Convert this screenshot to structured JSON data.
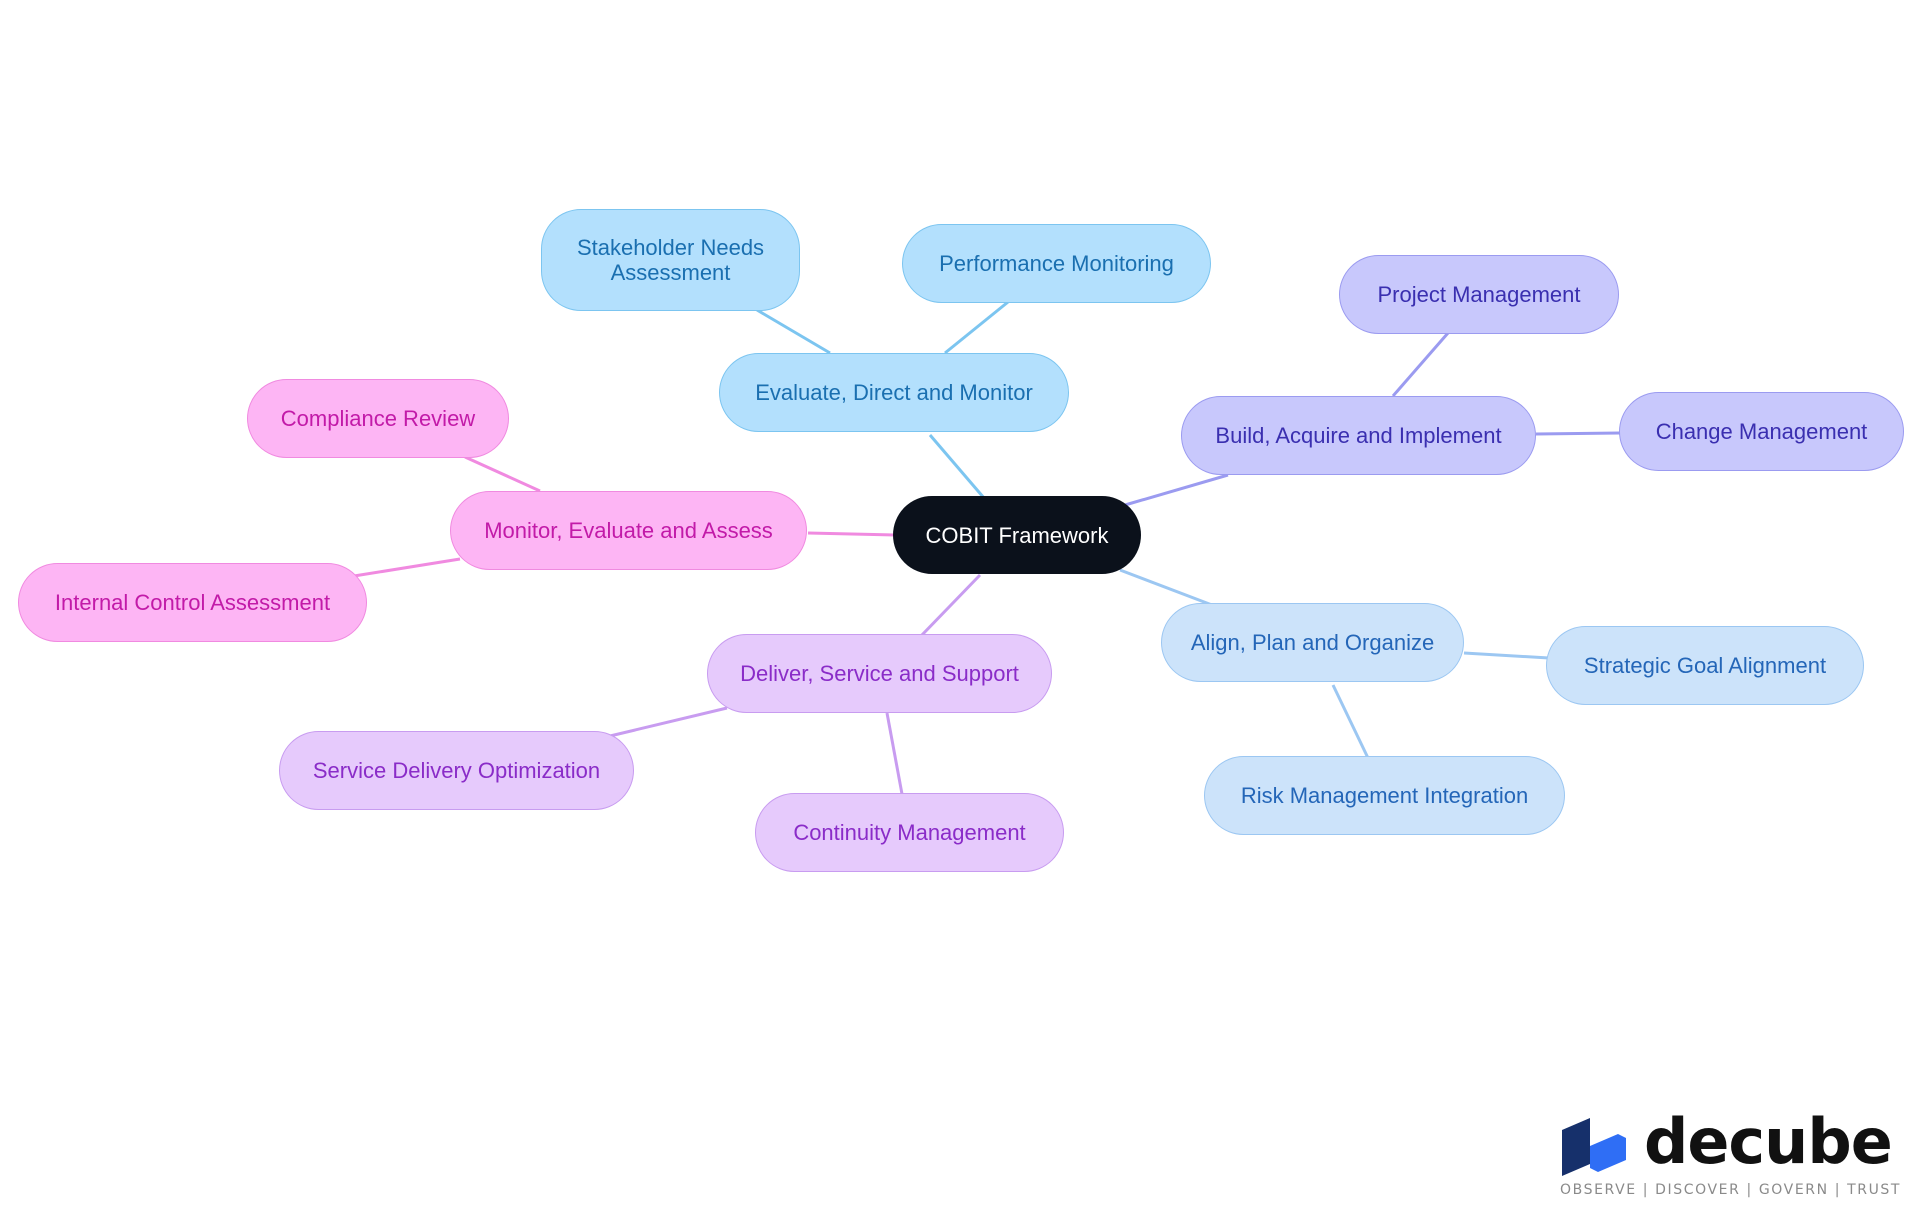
{
  "mindmap": {
    "root": {
      "label": "COBIT Framework"
    },
    "branches": [
      {
        "label": "Evaluate, Direct and Monitor",
        "color": "#b3e0fd",
        "children": [
          "Stakeholder Needs Assessment",
          "Performance Monitoring"
        ]
      },
      {
        "label": "Build, Acquire and Implement",
        "color": "#c8c8fc",
        "children": [
          "Project Management",
          "Change Management"
        ]
      },
      {
        "label": "Align, Plan and Organize",
        "color": "#cce3fa",
        "children": [
          "Strategic Goal Alignment",
          "Risk Management Integration"
        ]
      },
      {
        "label": "Deliver, Service and Support",
        "color": "#e6cafc",
        "children": [
          "Service Delivery Optimization",
          "Continuity Management"
        ]
      },
      {
        "label": "Monitor, Evaluate and Assess",
        "color": "#fdb5f4",
        "children": [
          "Compliance Review",
          "Internal Control Assessment"
        ]
      }
    ]
  },
  "logo": {
    "name": "decube",
    "tagline": "OBSERVE | DISCOVER | GOVERN | TRUST",
    "colors": [
      "#16306b",
      "#2f6ef5"
    ]
  }
}
